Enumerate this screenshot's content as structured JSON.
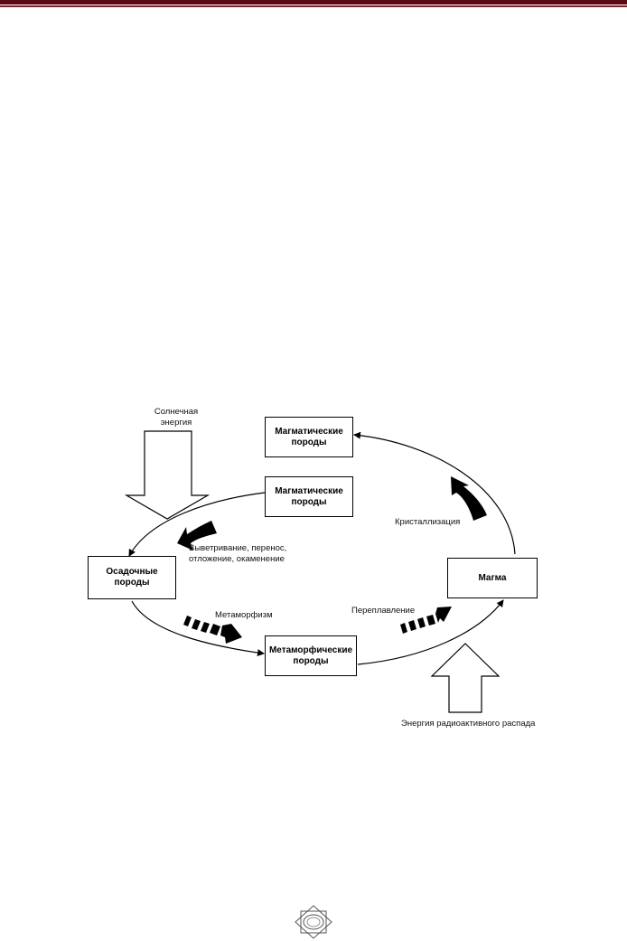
{
  "diagram": {
    "boxes": {
      "igneous_top": "Магматические\nпороды",
      "igneous_mid": "Магматические\nпороды",
      "sedimentary": "Осадочные\nпороды",
      "magma": "Магма",
      "metamorphic": "Метаморфические\nпороды"
    },
    "labels": {
      "solar_energy": "Солнечная\nэнергия",
      "weathering": "Выветривание, перенос,\nотложение, окаменение",
      "metamorphism": "Метаморфизм",
      "remelting": "Переплавление",
      "crystallization": "Кристаллизация",
      "radioactive_energy": "Энергия радиоактивного распада"
    }
  },
  "colors": {
    "header_band": "#5a0b12",
    "header_band_accent": "#8a1a20",
    "ink": "#000000"
  }
}
